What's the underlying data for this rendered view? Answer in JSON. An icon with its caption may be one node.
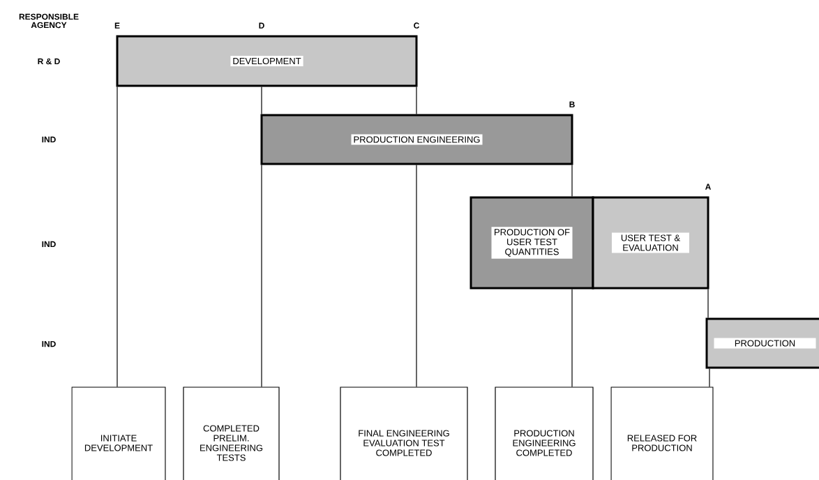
{
  "diagram": {
    "nodes": [
      {
        "text": [
          "DEVELOPMENT"
        ]
      },
      {
        "text": [
          "PRODUCTION ENGINEERING"
        ]
      },
      {
        "text": [
          "PRODUCTION OF USER TEST QUANTITIES"
        ]
      },
      {
        "text": [
          "USER TEST & EVALUATION"
        ]
      },
      {
        "text": [
          "PRODUCTION"
        ]
      },
      {
        "text": [
          "INITIATE DEVELOPMENT"
        ]
      },
      {
        "text": [
          "COMPLETED PRELIM. ENGINEERING TESTS"
        ]
      },
      {
        "text": [
          "FINAL ENGINEERING EVALUATION TEST COMPLETED"
        ]
      },
      {
        "text": [
          "PRODUCTION ENGINEERING COMPLETED"
        ]
      },
      {
        "text": [
          "RELEASED FOR PRODUCTION"
        ]
      }
    ],
    "edges": [
      {
        "from": 0,
        "to": 5,
        "arrow": "none"
      },
      {
        "from": 0,
        "to": 1,
        "arrow": "none"
      },
      {
        "from": 1,
        "to": 6,
        "arrow": "none"
      },
      {
        "from": 0,
        "to": 1,
        "arrow": "none"
      },
      {
        "from": 1,
        "to": 7,
        "arrow": "none"
      },
      {
        "from": 1,
        "to": 2,
        "arrow": "none"
      },
      {
        "from": 2,
        "to": 8,
        "arrow": "none"
      },
      {
        "from": 3,
        "to": 4,
        "arrow": "none"
      },
      {
        "from": 4,
        "to": 9,
        "arrow": "none"
      }
    ],
    "labels": [
      "RESPONSIBLE AGENCY",
      "E",
      "D",
      "C",
      "R & D",
      "B",
      "IND",
      "A",
      "IND",
      "IND"
    ]
  }
}
